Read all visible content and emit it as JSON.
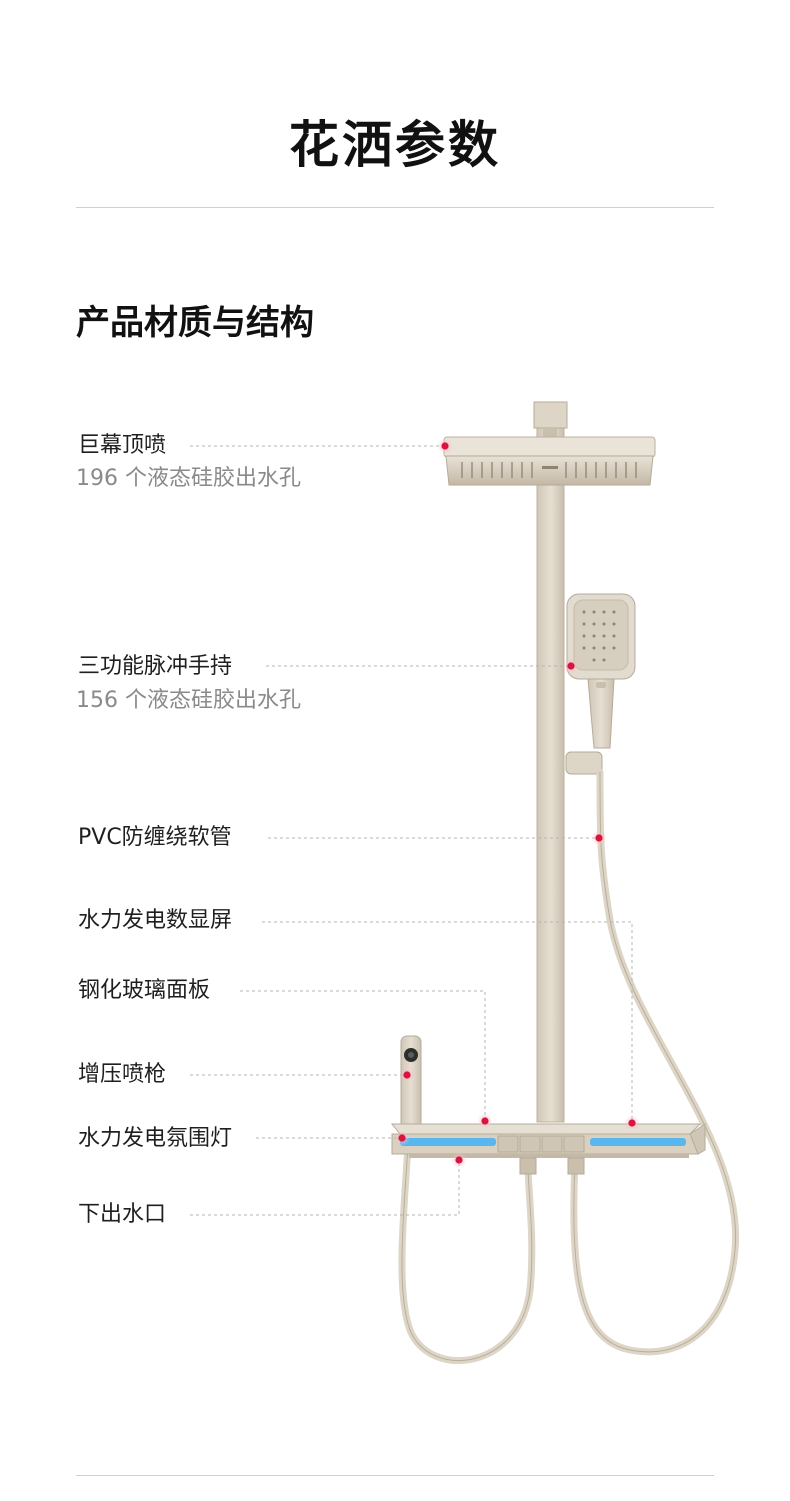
{
  "header": {
    "title": "花洒参数"
  },
  "section": {
    "title": "产品材质与结构"
  },
  "callouts": [
    {
      "label": "巨幕顶喷",
      "sub": "196 个液态硅胶出水孔"
    },
    {
      "label": "三功能脉冲手持",
      "sub": "156 个液态硅胶出水孔"
    },
    {
      "label": "PVC防缠绕软管"
    },
    {
      "label": "水力发电数显屏"
    },
    {
      "label": "钢化玻璃面板"
    },
    {
      "label": "增压喷枪"
    },
    {
      "label": "水力发电氛围灯"
    },
    {
      "label": "下出水口"
    }
  ],
  "colors": {
    "product_body": "#dcd4c5",
    "product_shade": "#b9ae9b",
    "marker": "#d8153f",
    "ambient_light": "#5ab6ee",
    "leader_line": "#b5b5b5"
  }
}
